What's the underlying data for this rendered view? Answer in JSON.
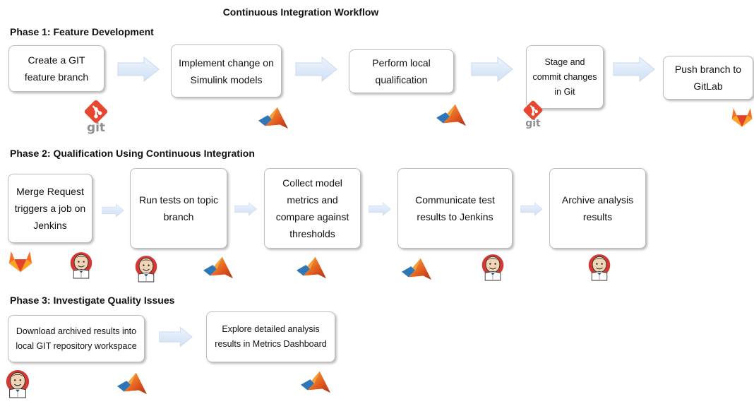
{
  "title": "Continuous Integration Workflow",
  "phases": [
    {
      "label": "Phase 1: Feature Development",
      "steps": [
        "Create a GIT\nfeature branch",
        "Implement change on\nSimulink models",
        "Perform local\nqualification",
        "Stage and\ncommit changes\nin Git",
        "Push branch to\nGitLab"
      ]
    },
    {
      "label": "Phase 2: Qualification Using Continuous Integration",
      "steps": [
        "Merge Request\ntriggers a job on\nJenkins",
        "Run tests on topic\nbranch",
        "Collect model\nmetrics and\ncompare against\nthresholds",
        "Communicate test\nresults to Jenkins",
        "Archive analysis\nresults"
      ]
    },
    {
      "label": "Phase 3: Investigate Quality Issues",
      "steps": [
        "Download archived results into\nlocal GIT repository workspace",
        "Explore detailed analysis\nresults in Metrics Dashboard"
      ]
    }
  ],
  "logos": {
    "git_text": "git"
  },
  "icons": [
    "git-icon",
    "matlab-icon",
    "gitlab-icon",
    "jenkins-icon",
    "arrow-right-icon"
  ],
  "colors": {
    "arrow_fill": "#dbe8f8",
    "git": "#e8472f",
    "gitlab": "#e2432a",
    "matlab_orange": "#e0621f",
    "matlab_blue": "#2f76b6",
    "jenkins_red": "#d33833"
  }
}
